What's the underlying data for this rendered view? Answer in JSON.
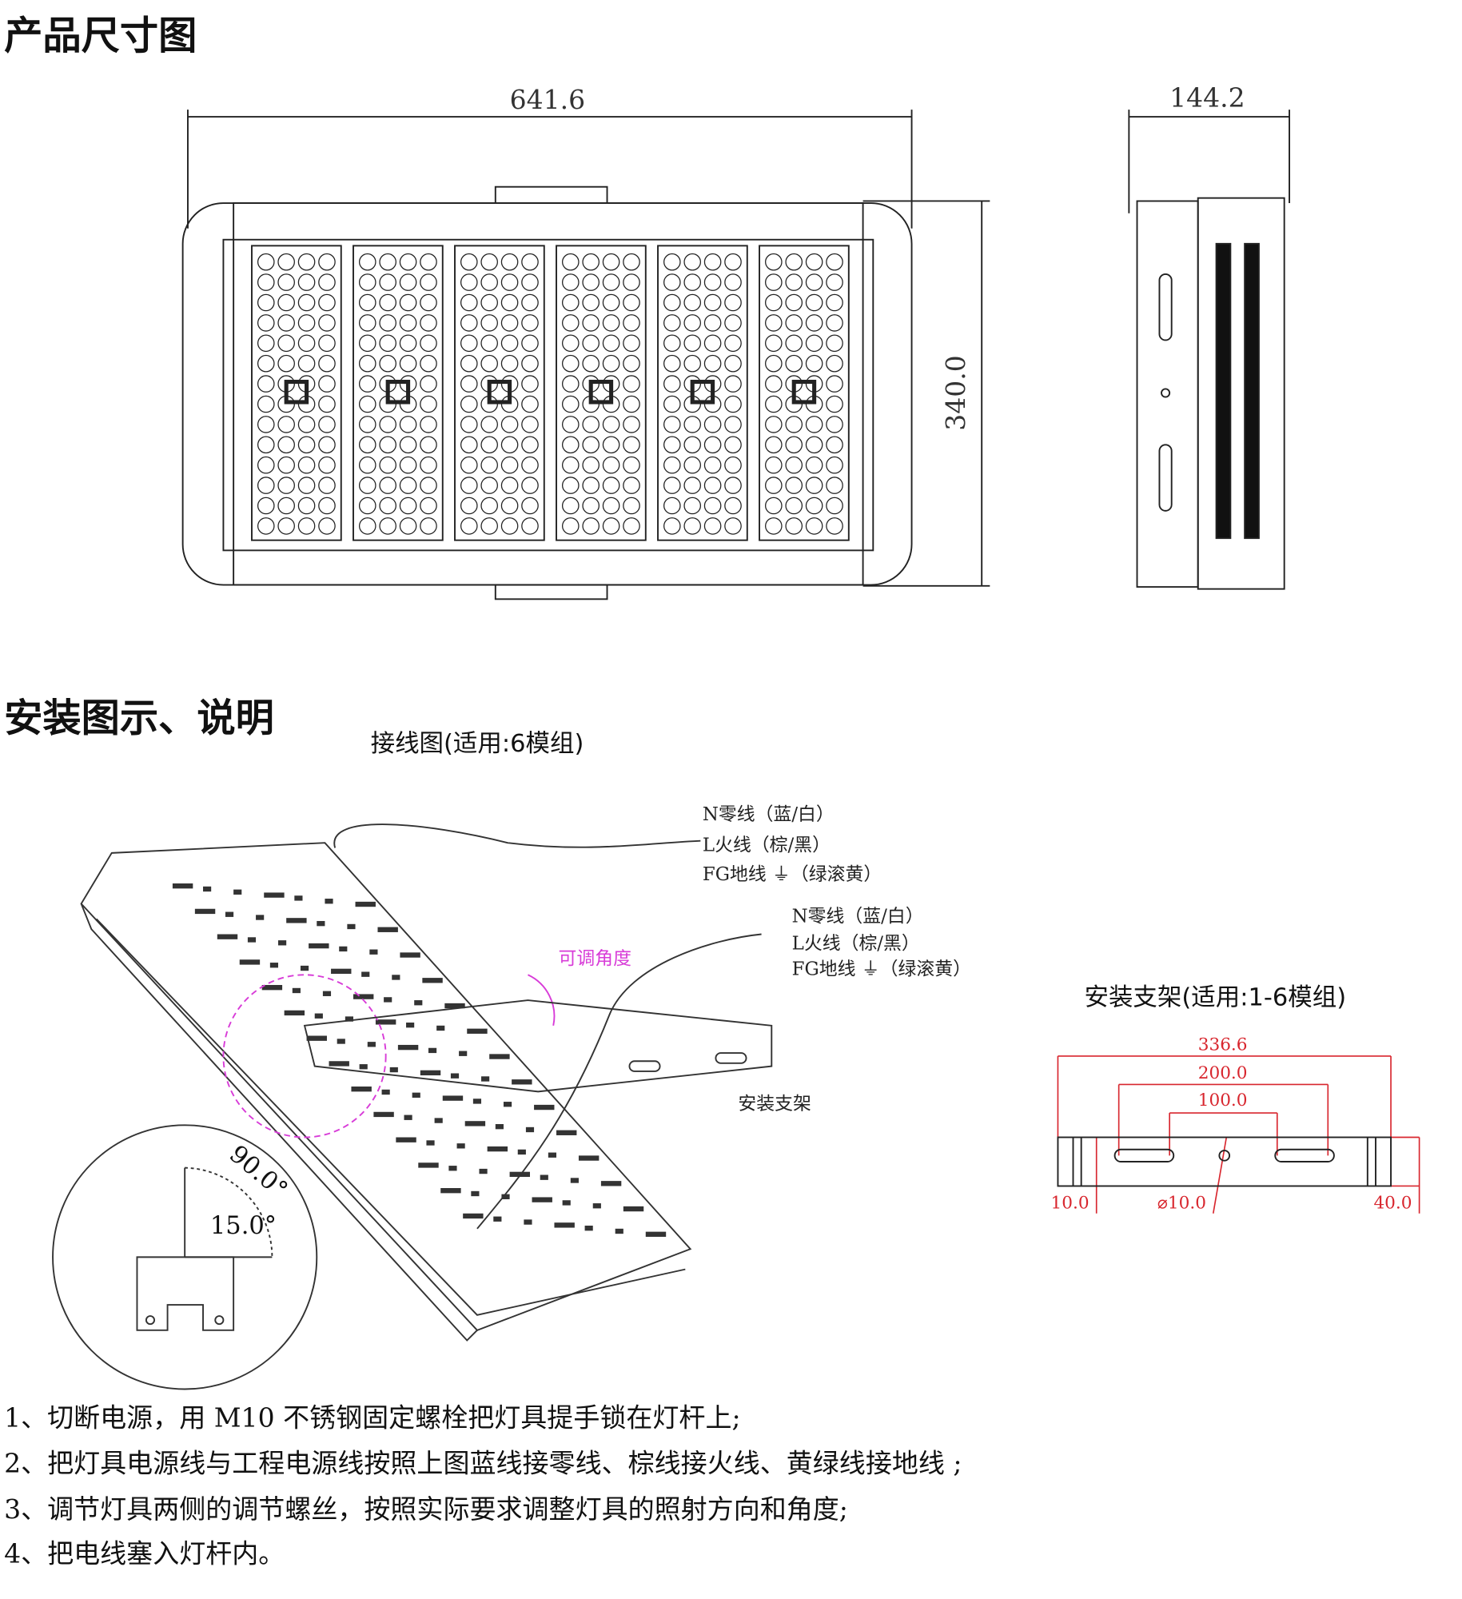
{
  "section1": {
    "title": "产品尺寸图",
    "width_dim": "641.6",
    "depth_dim": "144.2",
    "height_dim": "340.0"
  },
  "section2": {
    "title": "安装图示、说明",
    "wiring_title": "接线图(适用:6模组)",
    "wires_top": [
      "N零线（蓝/白）",
      "L火线（棕/黑）",
      "FG地线 ⏚（绿滚黄）"
    ],
    "wires_bottom": [
      "N零线（蓝/白）",
      "L火线（棕/黑）",
      "FG地线 ⏚（绿滚黄）"
    ],
    "adjustable_angle": "可调角度",
    "bracket_label": "安装支架",
    "angle_90": "90.0°",
    "angle_15": "15.0°",
    "bracket_drawing": {
      "title": "安装支架(适用:1-6模组)",
      "dims": {
        "overall": "336.6",
        "slots": "200.0",
        "inner": "100.0",
        "edge": "10.0",
        "hole": "⌀10.0",
        "height": "40.0"
      }
    },
    "instructions": [
      "1、切断电源，用 M10 不锈钢固定螺栓把灯具提手锁在灯杆上;",
      "2、把灯具电源线与工程电源线按照上图蓝线接零线、棕线接火线、黄绿线接地线 ;",
      "3、调节灯具两侧的调节螺丝，按照实际要求调整灯具的照射方向和角度;",
      "4、把电线塞入灯杆内。"
    ]
  },
  "colors": {
    "dimension_red": "#d8262e",
    "angle_magenta": "#d83cd8"
  }
}
